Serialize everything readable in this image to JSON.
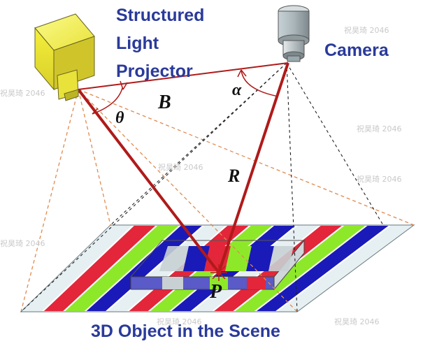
{
  "labels": {
    "projector_line1": "Structured",
    "projector_line2": "Light",
    "projector_line3": "Projector",
    "camera": "Camera",
    "baseline": "B",
    "range": "R",
    "point": "P",
    "alpha": "α",
    "theta": "θ",
    "caption": "3D Object in the Scene"
  },
  "watermark": "祝昊琦 2046",
  "colors": {
    "label_text": "#2a3a9a",
    "ray": "#b01a1a",
    "projector_body": "#f2ee3a",
    "camera_body": "#9aa8ad",
    "stripe_red": "#e3263a",
    "stripe_green": "#8ee82a",
    "stripe_blue": "#1a1ab8",
    "stripe_white": "#e6f0f2",
    "projector_dash": "#e08a50",
    "camera_dash": "#222222"
  },
  "stripe_pattern": [
    "white",
    "red",
    "green",
    "blue",
    "white",
    "red",
    "green",
    "blue",
    "white",
    "red",
    "green",
    "blue",
    "white"
  ]
}
